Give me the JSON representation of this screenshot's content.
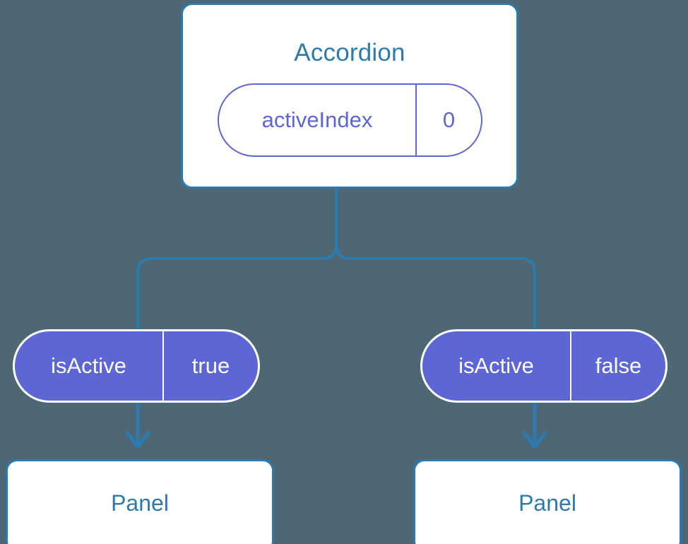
{
  "diagram": {
    "title": "Accordion component state diagram",
    "background_color": "#4d6874",
    "colors": {
      "background": "#4d6874",
      "blue": "#2c7bb0",
      "purple": "#5c66d4",
      "white": "#ffffff"
    }
  },
  "root": {
    "label": "Accordion",
    "prop": {
      "key": "activeIndex",
      "value": "0"
    }
  },
  "branches": [
    {
      "id": "left",
      "prop": {
        "key": "isActive",
        "value": "true"
      },
      "child": {
        "label": "Panel"
      }
    },
    {
      "id": "right",
      "prop": {
        "key": "isActive",
        "value": "false"
      },
      "child": {
        "label": "Panel"
      }
    }
  ],
  "edges": {
    "tree_connector": "rounded-tree-connector",
    "arrow_left": "down-arrow",
    "arrow_right": "down-arrow"
  }
}
